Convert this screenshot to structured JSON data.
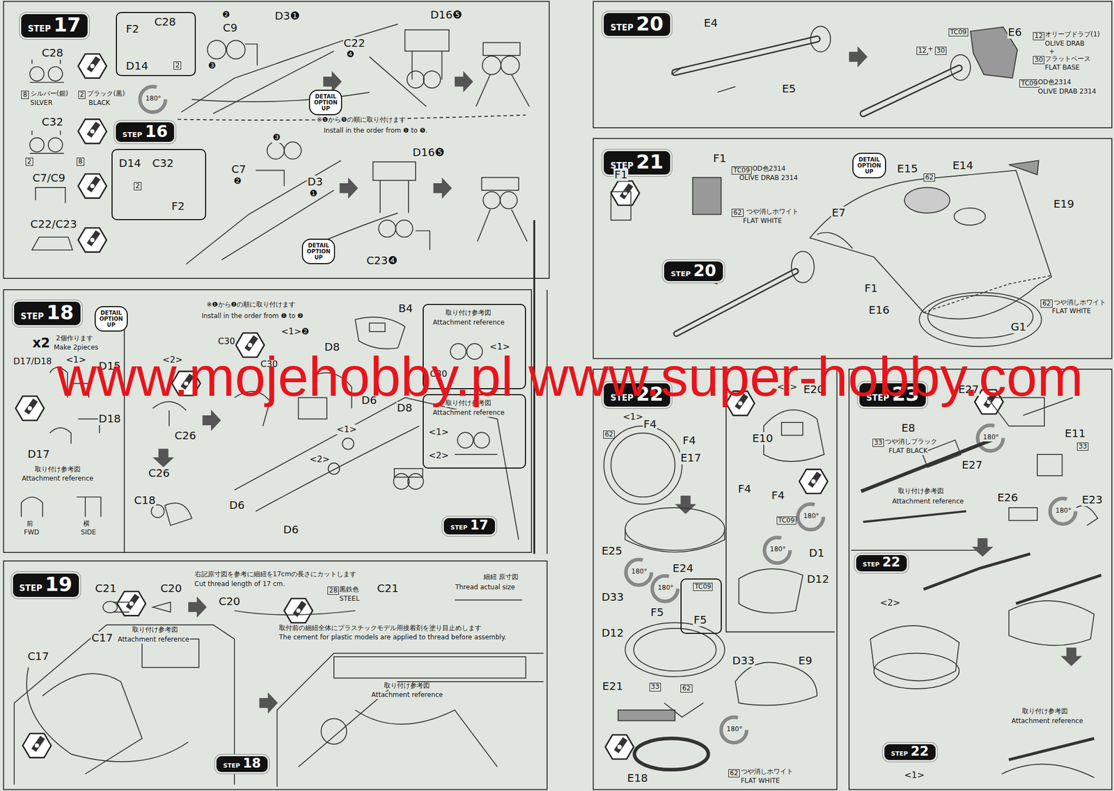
{
  "diagram": {
    "nodes": [
      {
        "text": [
          "STEP",
          "17"
        ]
      },
      {
        "text": [
          "F2",
          "C28",
          "D14",
          "2"
        ]
      },
      {
        "text": [
          "DETAIL OPTION UP"
        ]
      },
      {
        "text": [
          "STEP",
          "16"
        ]
      },
      {
        "text": [
          "D14",
          "C32",
          "2",
          "F2"
        ]
      },
      {
        "text": [
          "DETAIL OPTION UP"
        ]
      },
      {
        "text": [
          "STEP",
          "18"
        ]
      },
      {
        "text": [
          "DETAIL OPTION UP"
        ]
      },
      {
        "text": [
          "取り付け参考図",
          "Attachment reference",
          "<1>",
          "C30"
        ]
      },
      {
        "text": [
          "取り付け参考図",
          "Attachment reference",
          "<1>",
          "<2>"
        ]
      },
      {
        "text": [
          "STEP",
          "17"
        ]
      },
      {
        "text": [
          "STEP",
          "19"
        ]
      },
      {
        "text": [
          "STEP",
          "18"
        ]
      },
      {
        "text": [
          "STEP",
          "20"
        ]
      },
      {
        "text": [
          "STEP",
          "21"
        ]
      },
      {
        "text": [
          "DETAIL OPTION UP"
        ]
      },
      {
        "text": [
          "STEP",
          "20"
        ]
      },
      {
        "text": [
          "STEP",
          "22"
        ]
      },
      {
        "text": [
          "TC09",
          "F5"
        ]
      },
      {
        "text": [
          "STEP",
          "23"
        ]
      },
      {
        "text": [
          "STEP",
          "22"
        ]
      },
      {
        "text": [
          "STEP",
          "22"
        ]
      }
    ],
    "labels": [
      "C28",
      "8",
      "シルバー(銀)",
      "SILVER",
      "2",
      "ブラック(黒)",
      "BLACK",
      "C32",
      "2",
      "8",
      "C7/C9",
      "C22/C23",
      "180°",
      "❷",
      "C9",
      "❸",
      "D3❶",
      "D16❺",
      "C22",
      "❹",
      "※❶から❺の順に取り付けます",
      "Install in the order from ❶ to ❺.",
      "❸",
      "C7",
      "❷",
      "D3",
      "❶",
      "D16❺",
      "C23❹",
      "x2",
      "2個作ります",
      "Make 2pieces",
      "D17/D18",
      "<1>",
      "D15",
      "<2>",
      "D18",
      "D17",
      "取り付け参考図",
      "Attachment reference",
      "前",
      "FWD",
      "横",
      "SIDE",
      "C26",
      "C26",
      "C18",
      "※❶から❷の順に取り付けます",
      "Install in the order from ❶ to ❷",
      "C30",
      "<1>❷",
      "D8",
      "C30",
      "B4",
      "D6",
      "D8",
      "<1>",
      "<2>",
      "D6",
      "D6",
      "C21",
      "C20",
      "右記原寸図を参考に細紐を17cmの長さにカットします",
      "Cut thread length of 17 cm.",
      "28",
      "黒鉄色",
      "STEEL",
      "C21",
      "細紐 原寸図",
      "Thread actual size",
      "C20",
      "取付前の細紐全体にプラスチックモデル用接着剤を塗り目止めします",
      "The cement for plastic models are applied to thread before assembly.",
      "C17",
      "取り付け参考図",
      "Attachment reference",
      "C17",
      "取り付け参考図",
      "Attachment reference",
      "E4",
      "E5",
      "12",
      "+",
      "30",
      "TC09",
      "E6",
      "12",
      "オリーブドラブ(1)",
      "OLIVE DRAB",
      "+",
      "30",
      "フラットベース",
      "FLAT BASE",
      "TC09",
      "OD色2314",
      "OLIVE DRAB 2314",
      "F1",
      "TC09",
      "OD色2314",
      "OLIVE DRAB 2314",
      "62",
      "つや消しホワイト",
      "FLAT WHITE",
      "F1",
      "E15",
      "E14",
      "62",
      "E19",
      "E7",
      "F1",
      "E16",
      "G1",
      "62",
      "つや消しホワイト",
      "FLAT WHITE",
      "<1>",
      "62",
      "F4",
      "F4",
      "E17",
      "<2>",
      "E20",
      "E10",
      "F4",
      "F4",
      "TC09",
      "180°",
      "180°",
      "D1",
      "D12",
      "E25",
      "E24",
      "180°",
      "180°",
      "D33",
      "D12",
      "F5",
      "D33",
      "E9",
      "E21",
      "33",
      "62",
      "180°",
      "E18",
      "62",
      "つや消しホワイト",
      "FLAT WHITE",
      "E27",
      "E8",
      "33",
      "つや消しブラック",
      "FLAT BLACK",
      "E27",
      "E11",
      "33",
      "180°",
      "取り付け参考図",
      "Attachment reference",
      "E26",
      "180°",
      "E23",
      "<2>",
      "取り付け参考図",
      "Attachment reference",
      "<1>",
      "www.mojehobby.pl www.super-hobby.com"
    ]
  }
}
